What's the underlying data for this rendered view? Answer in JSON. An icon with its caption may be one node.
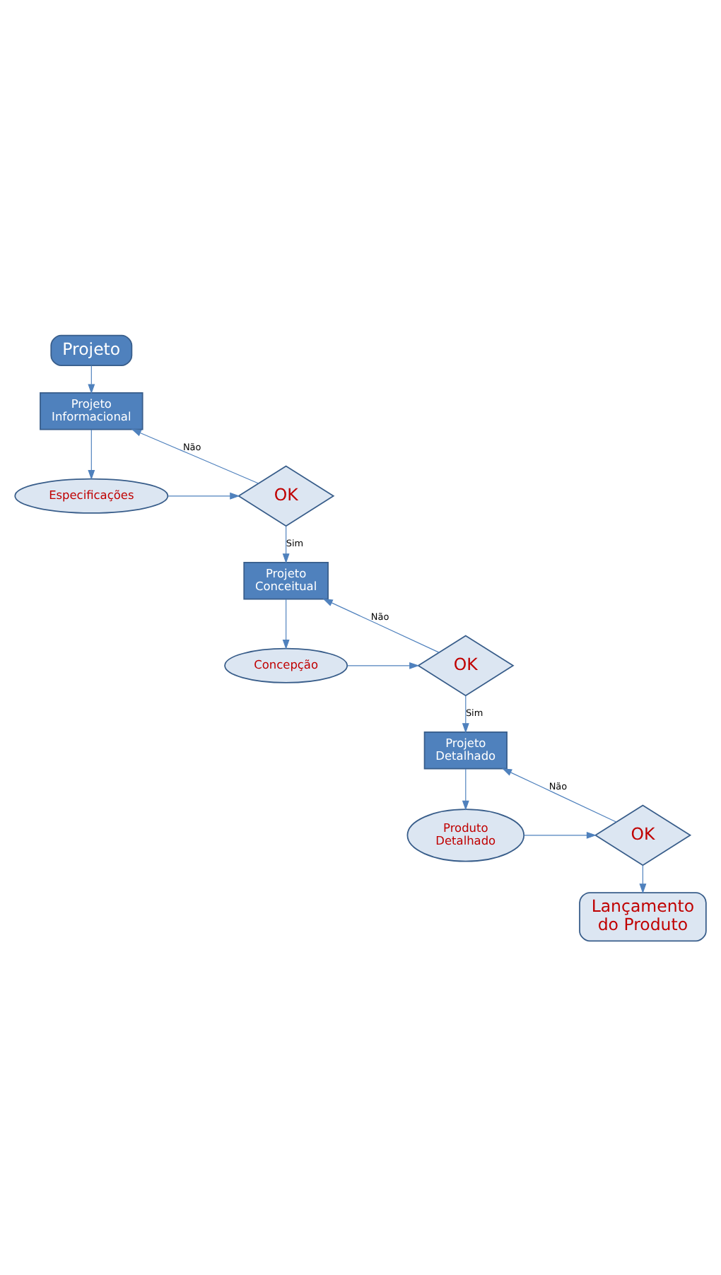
{
  "diagram": {
    "nodes": [
      {
        "text": [
          "Projeto"
        ]
      },
      {
        "text": [
          "Projeto Informacional"
        ]
      },
      {
        "text": [
          "Especificações"
        ]
      },
      {
        "text": [
          "OK"
        ]
      },
      {
        "text": [
          "Projeto Conceitual"
        ]
      },
      {
        "text": [
          "Concepção"
        ]
      },
      {
        "text": [
          "OK"
        ]
      },
      {
        "text": [
          "Projeto Detalhado"
        ]
      },
      {
        "text": [
          "Produto Detalhado"
        ]
      },
      {
        "text": [
          "OK"
        ]
      },
      {
        "text": [
          "Lançamento do Produto"
        ]
      }
    ],
    "edges": [
      {
        "from": 0,
        "to": 1,
        "arrow": "to"
      },
      {
        "from": 1,
        "to": 2,
        "arrow": "to"
      },
      {
        "from": 2,
        "to": 3,
        "arrow": "to"
      },
      {
        "from": 3,
        "to": 1,
        "arrow": "to",
        "label": "Não"
      },
      {
        "from": 3,
        "to": 4,
        "arrow": "to",
        "label": "Sim"
      },
      {
        "from": 4,
        "to": 5,
        "arrow": "to"
      },
      {
        "from": 5,
        "to": 6,
        "arrow": "to"
      },
      {
        "from": 6,
        "to": 4,
        "arrow": "to",
        "label": "Não"
      },
      {
        "from": 6,
        "to": 7,
        "arrow": "to",
        "label": "Sim"
      },
      {
        "from": 7,
        "to": 8,
        "arrow": "to"
      },
      {
        "from": 8,
        "to": 9,
        "arrow": "to"
      },
      {
        "from": 9,
        "to": 7,
        "arrow": "to",
        "label": "Não"
      },
      {
        "from": 9,
        "to": 10,
        "arrow": "to"
      }
    ]
  }
}
